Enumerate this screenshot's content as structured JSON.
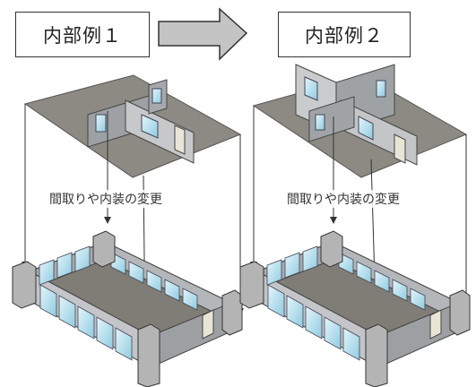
{
  "labels": {
    "example1": "内部例１",
    "example2": "内部例２"
  },
  "captions": {
    "left": "間取りや内装の変更",
    "right": "間取りや内装の変更"
  },
  "icons": {
    "transition": "right-arrow-icon"
  },
  "colors": {
    "floor": "#8c8a82",
    "floor_dark": "#6f6d66",
    "wall": "#b9bbbd",
    "wall_dark": "#8e9194",
    "window": "#bfe3f0",
    "window_frame": "#556",
    "pillar": "#b8b8b8",
    "line": "#333333",
    "arrow_fill": "#c4c4c4"
  }
}
